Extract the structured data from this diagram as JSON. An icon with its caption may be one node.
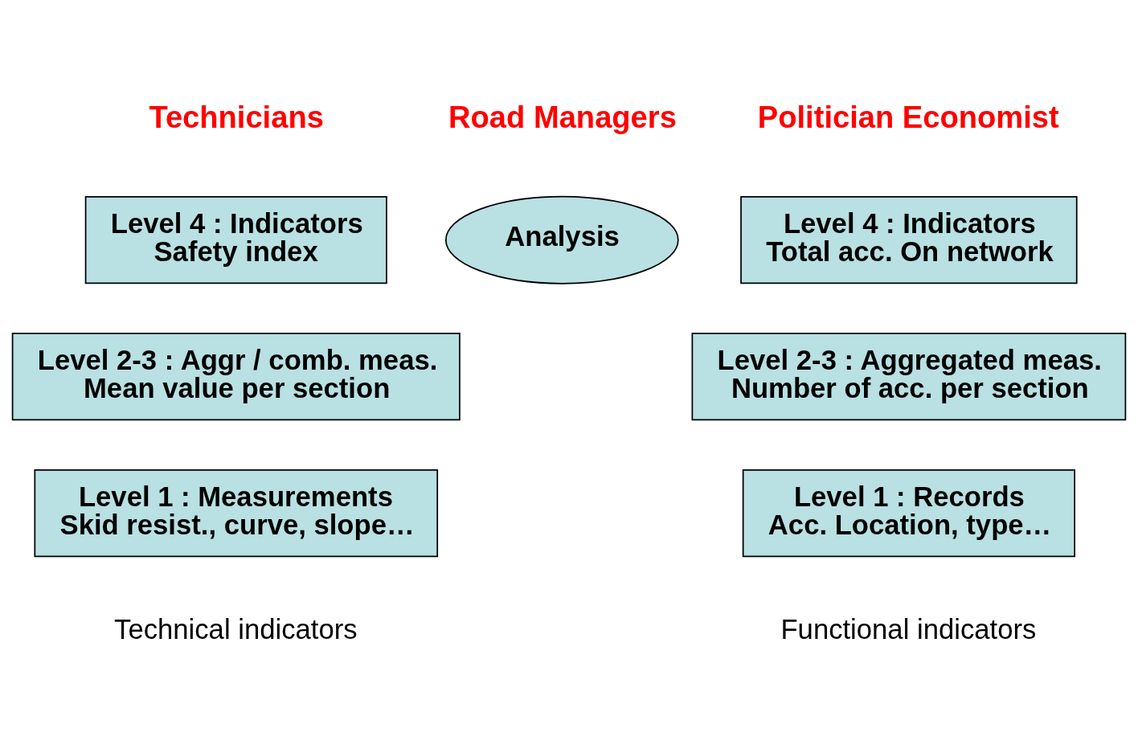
{
  "diagram": {
    "nodes": [
      {
        "text": [
          "Level 4 : Indicators",
          "Safety index"
        ]
      },
      {
        "text": [
          "Analysis"
        ]
      },
      {
        "text": [
          "Level 4 : Indicators",
          "Total acc. On network"
        ]
      },
      {
        "text": [
          "Level 2-3 : Aggr / comb. meas.",
          "Mean value per section"
        ]
      },
      {
        "text": [
          "Level 2-3 : Aggregated meas.",
          "Number of acc. per section"
        ]
      },
      {
        "text": [
          "Level 1 : Measurements",
          "Skid resist., curve, slope…"
        ]
      },
      {
        "text": [
          "Level 1 : Records",
          "Acc. Location, type…"
        ]
      }
    ],
    "edges": [],
    "labels": [
      "Road Managers",
      "Technicians",
      "Politician Economist",
      "Technical indicators",
      "Functional indicators"
    ]
  }
}
